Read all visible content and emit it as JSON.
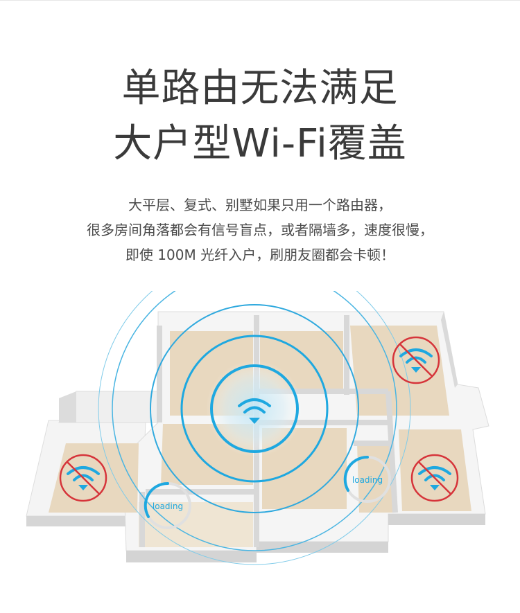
{
  "headline": {
    "line1": "单路由无法满足",
    "line2": "大户型Wi-Fi覆盖"
  },
  "description": {
    "line1": "大平层、复式、别墅如果只用一个路由器，",
    "line2": "很多房间角落都会有信号盲点，或者隔墙多，速度很慢，",
    "line3": "即使 100M 光纤入户，刷朋友圈都会卡顿！"
  },
  "illustration": {
    "loading_left": "loading",
    "loading_right": "loading",
    "colors": {
      "signal_blue": "#1ea8e0",
      "no_signal_red": "#d6343a",
      "floor": "#e8d8bf",
      "wall_top": "#f3f3f3",
      "wall_side": "#d9d9d9"
    },
    "icons": [
      "wifi-icon",
      "no-wifi-icon",
      "loading-ring-icon"
    ]
  }
}
